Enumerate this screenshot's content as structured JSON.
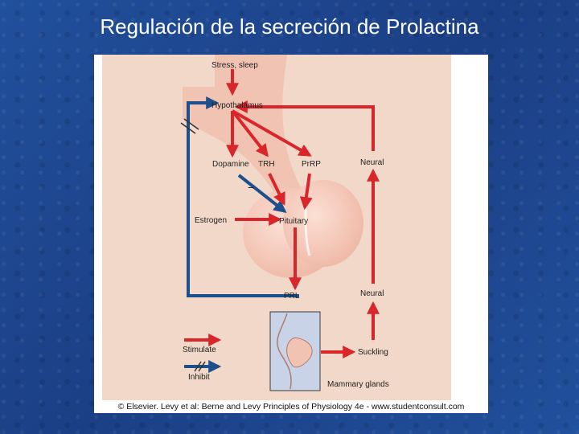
{
  "slide": {
    "title": "Regulación de la secreción de Prolactina"
  },
  "diagram": {
    "labels": {
      "stress": "Stress, sleep",
      "hypothalamus": "Hypothalamus",
      "dopamine": "Dopamine",
      "trh": "TRH",
      "prrp": "PrRP",
      "neural_top": "Neural",
      "estrogen": "Estrogen",
      "pituitary": "Pituitary",
      "prl": "PRL",
      "neural_bottom": "Neural",
      "stimulate": "Stimulate",
      "inhibit": "Inhibit",
      "suckling": "Suckling",
      "mammary": "Mammary glands",
      "minus_sign": "−"
    },
    "caption": "© Elsevier. Levy et al: Berne and Levy Principles of Physiology 4e - www.studentconsult.com",
    "colors": {
      "stimulate_arrow": "#d9262b",
      "inhibit_arrow": "#1c4f8c",
      "background_panel": "#f2d8c8",
      "tissue": "#f1c3b3",
      "breast_box": "#c9d3e8"
    }
  }
}
